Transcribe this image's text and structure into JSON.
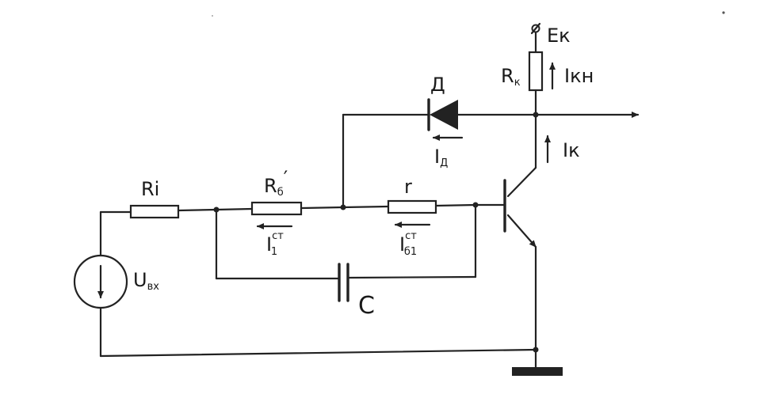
{
  "supply": {
    "symbol": "⌀",
    "label": "Eк"
  },
  "collector_resistor": {
    "label": "R",
    "sub": "к"
  },
  "collector_load_current": {
    "label": "Iкн"
  },
  "collector_current": {
    "label": "Iк"
  },
  "diode": {
    "label": "Д"
  },
  "diode_current": {
    "label": "I",
    "sub": "Д"
  },
  "source_resistor": {
    "label": "Ri"
  },
  "base_resistor": {
    "label": "R",
    "sub": "б",
    "prime": "′"
  },
  "base_spreading_resistor": {
    "label": "r"
  },
  "input_current": {
    "label": "I",
    "sup": "ст",
    "sub": "1"
  },
  "base_current": {
    "label": "I",
    "sup": "ст",
    "sub": "б1"
  },
  "capacitor": {
    "label": "C"
  },
  "input_source": {
    "label": "U",
    "sub": "вх"
  }
}
